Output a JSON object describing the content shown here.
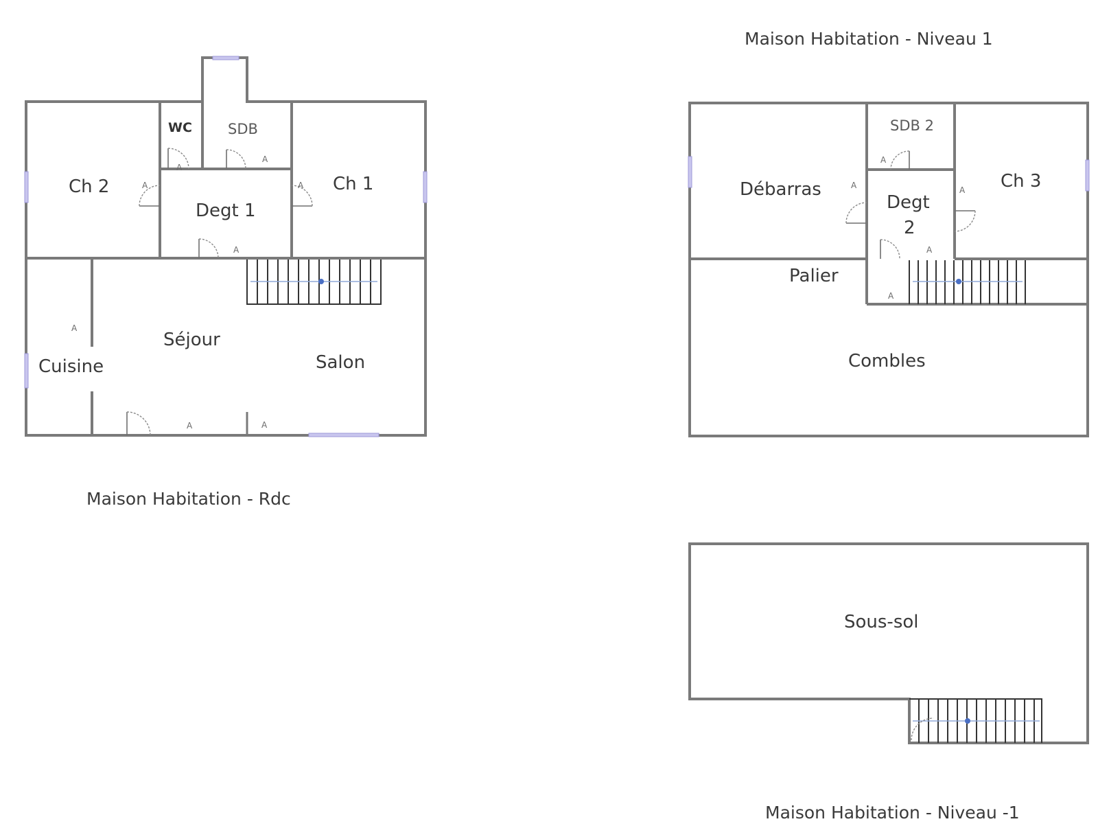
{
  "levels": {
    "rdc": {
      "caption": "Maison Habitation - Rdc",
      "rooms": {
        "ch2": "Ch 2",
        "wc": "WC",
        "sdb": "SDB",
        "ch1": "Ch 1",
        "degt1": "Degt 1",
        "cuisine": "Cuisine",
        "sejour": "Séjour",
        "salon": "Salon"
      }
    },
    "niveau1": {
      "caption": "Maison Habitation - Niveau 1",
      "rooms": {
        "debarras": "Débarras",
        "sdb2": "SDB 2",
        "ch3": "Ch 3",
        "degt2_line1": "Degt",
        "degt2_line2": "2",
        "palier": "Palier",
        "combles": "Combles"
      }
    },
    "niveau_moins1": {
      "caption": "Maison Habitation - Niveau -1",
      "rooms": {
        "soussol": "Sous-sol"
      }
    }
  },
  "symbols": {
    "outlet_mark": "A"
  }
}
